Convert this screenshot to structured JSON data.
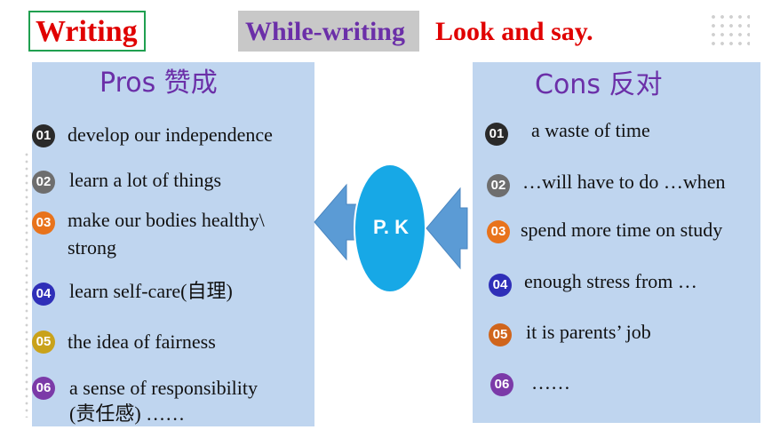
{
  "header": {
    "title": "Writing",
    "stage": "While-writing",
    "instruction": "Look and say."
  },
  "pros": {
    "heading": "Pros  赞成",
    "items": [
      {
        "num": "01",
        "text": "develop our independence",
        "color": "#2a2a2a"
      },
      {
        "num": "02",
        "text": "learn a lot of things",
        "color": "#6e6e6e"
      },
      {
        "num": "03",
        "text_line1": "make our bodies healthy\\",
        "text_line2": "strong",
        "color": "#e8731c"
      },
      {
        "num": "04",
        "text": "learn self-care(自理)",
        "color": "#2f2fb8"
      },
      {
        "num": "05",
        "text": "the idea of fairness",
        "color": "#c9a21a"
      },
      {
        "num": "06",
        "text_line1": "a sense of responsibility",
        "text_line2": "(责任感) ……",
        "color": "#7b3aa8"
      }
    ]
  },
  "cons": {
    "heading": "Cons  反对",
    "items": [
      {
        "num": "01",
        "text": "a waste of time",
        "color": "#2a2a2a"
      },
      {
        "num": "02",
        "text": "…will have to do …when",
        "color": "#6e6e6e"
      },
      {
        "num": "03",
        "text": "spend more time on study",
        "color": "#e8731c"
      },
      {
        "num": "04",
        "text": "enough stress from …",
        "color": "#2f2fb8"
      },
      {
        "num": "05",
        "text": "it is parents’ job",
        "color": "#d0651c"
      },
      {
        "num": "06",
        "text": "……",
        "color": "#7b3aa8"
      }
    ]
  },
  "center": {
    "label": "P. K",
    "ellipse_color": "#17a8e6",
    "arrow_color": "#5b9bd5"
  },
  "colors": {
    "panel": "#bfd5ef",
    "title_red": "#e00000",
    "stage_purple": "#6b2fa8",
    "title_border": "#20a050"
  }
}
